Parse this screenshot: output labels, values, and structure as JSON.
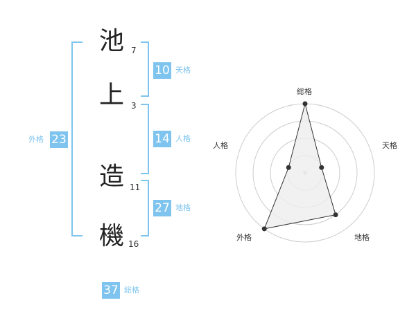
{
  "name": {
    "chars": [
      {
        "char": "池",
        "strokes": "7"
      },
      {
        "char": "上",
        "strokes": "3"
      },
      {
        "char": "造",
        "strokes": "11"
      },
      {
        "char": "機",
        "strokes": "16"
      }
    ]
  },
  "fortune": {
    "tenkaku": {
      "value": "10",
      "label": "天格"
    },
    "jinkaku": {
      "value": "14",
      "label": "人格"
    },
    "chikaku": {
      "value": "27",
      "label": "地格"
    },
    "gaikaku": {
      "value": "23",
      "label": "外格"
    },
    "soukaku": {
      "value": "37",
      "label": "総格"
    }
  },
  "chart_data": {
    "type": "radar",
    "axes": [
      "総格",
      "天格",
      "地格",
      "外格",
      "人格"
    ],
    "values": [
      4,
      1,
      3,
      4,
      1
    ],
    "max": 4,
    "colors": {
      "accent": "#7fc4ee",
      "fill": "#eeeeee",
      "line": "#333333",
      "grid": "#cccccc"
    }
  }
}
